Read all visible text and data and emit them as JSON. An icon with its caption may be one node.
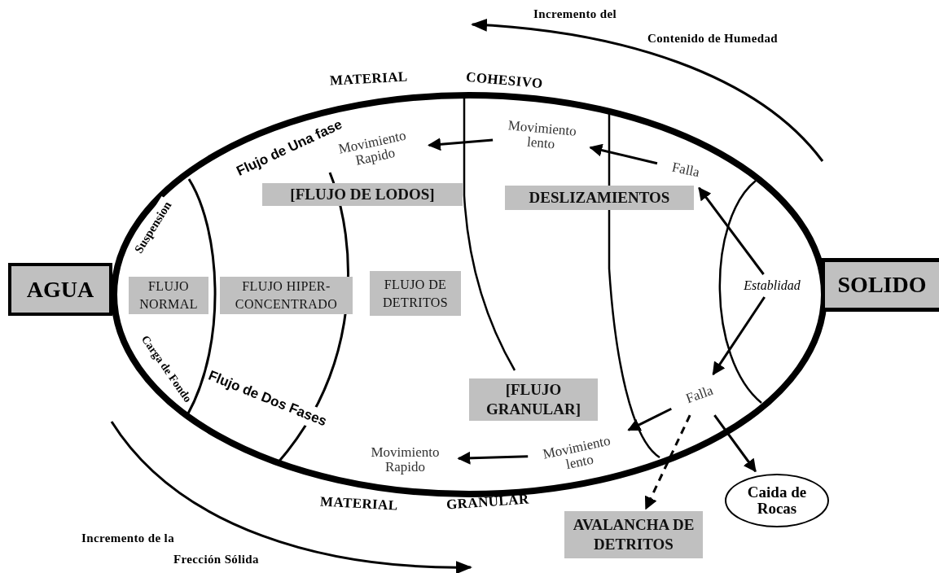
{
  "diagram": {
    "nodes": [
      {
        "text": [
          "Movimiento Rapido"
        ]
      },
      {
        "text": [
          "Movimiento lento"
        ]
      },
      {
        "text": [
          "Falla"
        ]
      },
      {
        "text": [
          "[FLUJO DE LODOS]"
        ]
      },
      {
        "text": [
          "DESLIZAMIENTOS"
        ]
      },
      {
        "text": [
          "AGUA"
        ]
      },
      {
        "text": [
          "FLUJO NORMAL"
        ]
      },
      {
        "text": [
          "FLUJO HIPER-CONCENTRADO"
        ]
      },
      {
        "text": [
          "FLUJO DE DETRITOS"
        ]
      },
      {
        "text": [
          "Establidad"
        ]
      },
      {
        "text": [
          "SOLIDO"
        ]
      },
      {
        "text": [
          "[FLUJO GRANULAR]"
        ]
      },
      {
        "text": [
          "Falla"
        ]
      },
      {
        "text": [
          "Movimiento lento"
        ]
      },
      {
        "text": [
          "Movimiento Rapido"
        ]
      },
      {
        "text": [
          "Caida de Rocas"
        ]
      },
      {
        "text": [
          "AVALANCHA DE DETRITOS"
        ]
      }
    ],
    "edges": [
      {
        "from": 9,
        "to": 2,
        "arrow": "to"
      },
      {
        "from": 9,
        "to": 12,
        "arrow": "to"
      },
      {
        "from": 2,
        "to": 1,
        "arrow": "to"
      },
      {
        "from": 1,
        "to": 0,
        "arrow": "to"
      },
      {
        "from": 12,
        "to": 13,
        "arrow": "to"
      },
      {
        "from": 13,
        "to": 14,
        "arrow": "to"
      },
      {
        "from": 12,
        "to": 15,
        "arrow": "to"
      },
      {
        "from": 12,
        "to": 16,
        "arrow": "to",
        "style": "dashed"
      }
    ],
    "labels": [
      "Incremento del",
      "Contenido de Humedad",
      "MATERIAL",
      "COHESIVO",
      "Flujo de Una fase",
      "Suspension",
      "Carga de Fondo",
      "Flujo de Dos Fases",
      "MATERIAL",
      "GRANULAR",
      "Incremento de la",
      "Frección Sólida"
    ]
  }
}
